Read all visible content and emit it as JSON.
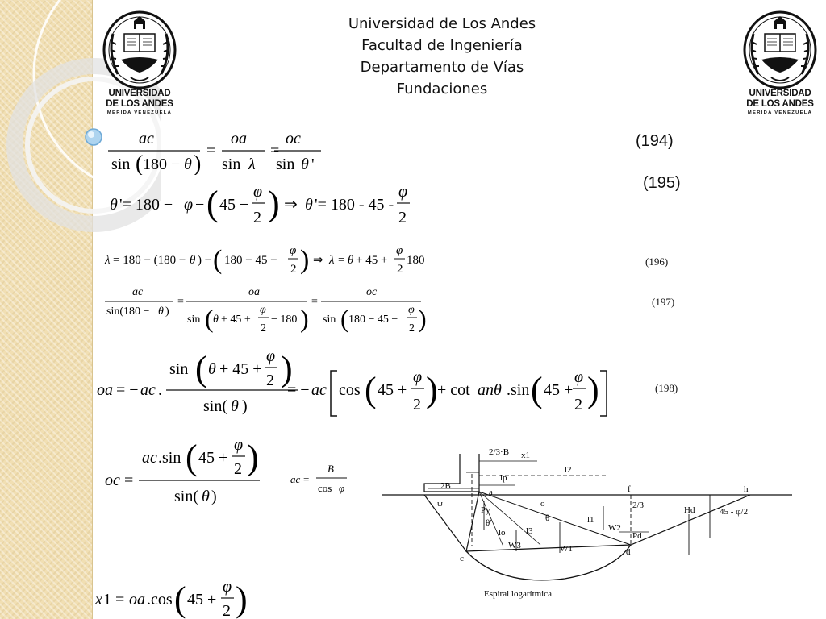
{
  "header": {
    "line1": "Universidad de Los Andes",
    "line2": "Facultad de Ingeniería",
    "line3": "Departamento de Vías",
    "line4": "Fundaciones"
  },
  "logo": {
    "name_line1": "UNIVERSIDAD",
    "name_line2": "DE LOS ANDES",
    "location": "MERIDA VENEZUELA"
  },
  "equation_numbers": {
    "eq194": "(194)",
    "eq195": "(195)",
    "eq196": "(196)",
    "eq197": "(197)",
    "eq198": "(198)"
  },
  "diagram": {
    "caption": "Espiral logarítmica",
    "labels": [
      "2/3·B",
      "x1",
      "l2",
      "lp",
      "2B",
      "Py",
      "ψ",
      "θ'",
      "a",
      "o",
      "θ",
      "l1",
      "lo",
      "l3",
      "W2",
      "W3",
      "W1",
      "c",
      "d",
      "f",
      "Pd",
      "2/3",
      "Hd",
      "45 - φ/2",
      "h"
    ]
  }
}
